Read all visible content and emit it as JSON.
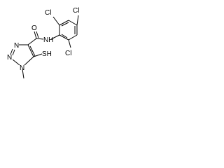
{
  "molecule": {
    "atoms": {
      "cl_top": "Cl",
      "cl_left": "Cl",
      "cl_right": "Cl",
      "nh": "NH",
      "oxygen": "O",
      "n_top": "N",
      "n_mid": "N",
      "n_bottom": "N",
      "sh": "SH"
    }
  },
  "colors": {
    "ink": "#000000",
    "background": "#ffffff"
  }
}
